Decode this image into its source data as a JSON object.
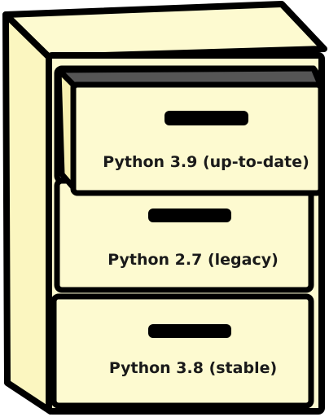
{
  "cabinet": {
    "colors": {
      "body": "#fdfad0",
      "side": "#fbf6c0",
      "outline": "#000000",
      "drawer_interior": "#555555",
      "handle": "#000000",
      "label_text": "#1a1a1a"
    },
    "drawers": [
      {
        "label": "Python 3.9 (up-to-date)",
        "state": "open"
      },
      {
        "label": "Python 2.7 (legacy)",
        "state": "closed"
      },
      {
        "label": "Python 3.8 (stable)",
        "state": "closed"
      }
    ]
  }
}
